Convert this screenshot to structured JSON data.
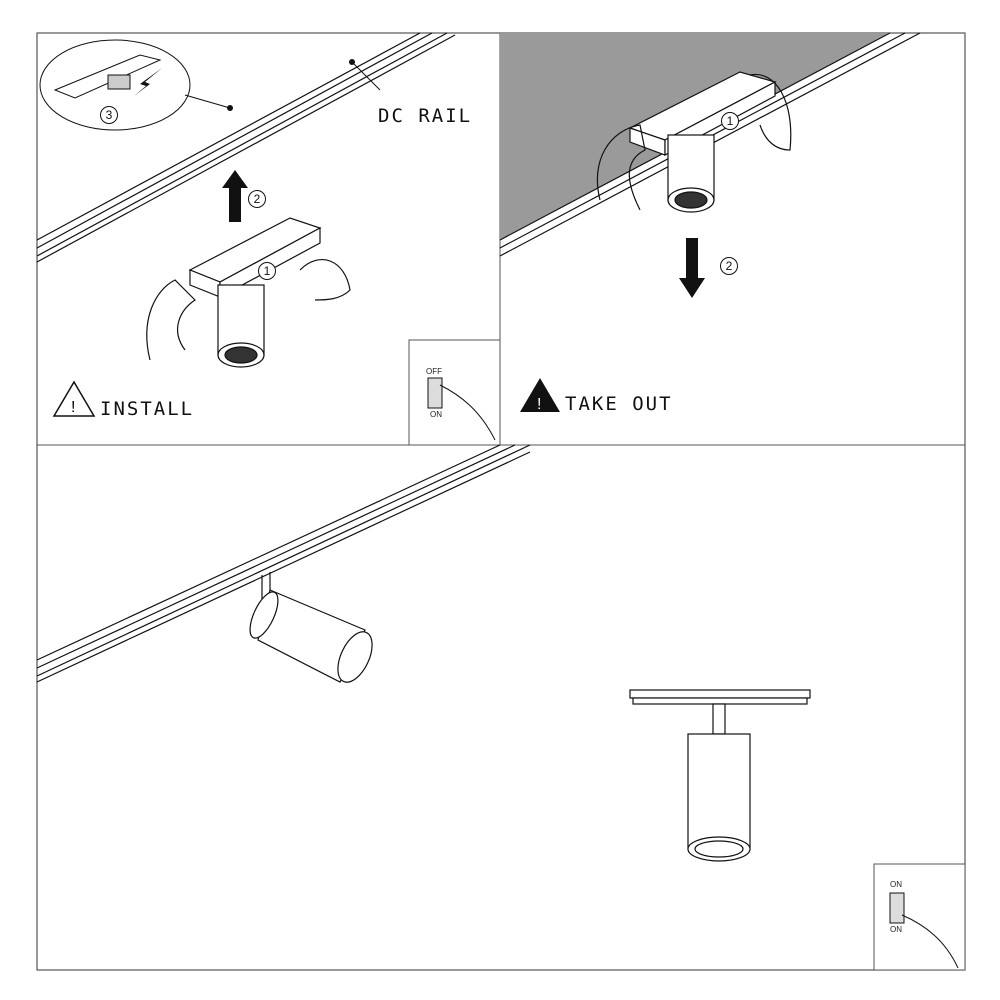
{
  "panels": {
    "install": {
      "label": "INSTALL",
      "rail_label": "DC RAIL",
      "steps": [
        "1",
        "2",
        "3"
      ],
      "switch": {
        "top": "OFF",
        "bottom": "ON"
      }
    },
    "take_out": {
      "label": "TAKE OUT",
      "steps": [
        "1",
        "2"
      ]
    },
    "installed": {
      "switch": {
        "top": "ON",
        "bottom": "ON"
      }
    }
  },
  "colors": {
    "line": "#111111",
    "ceiling": "#9a9a9a"
  }
}
